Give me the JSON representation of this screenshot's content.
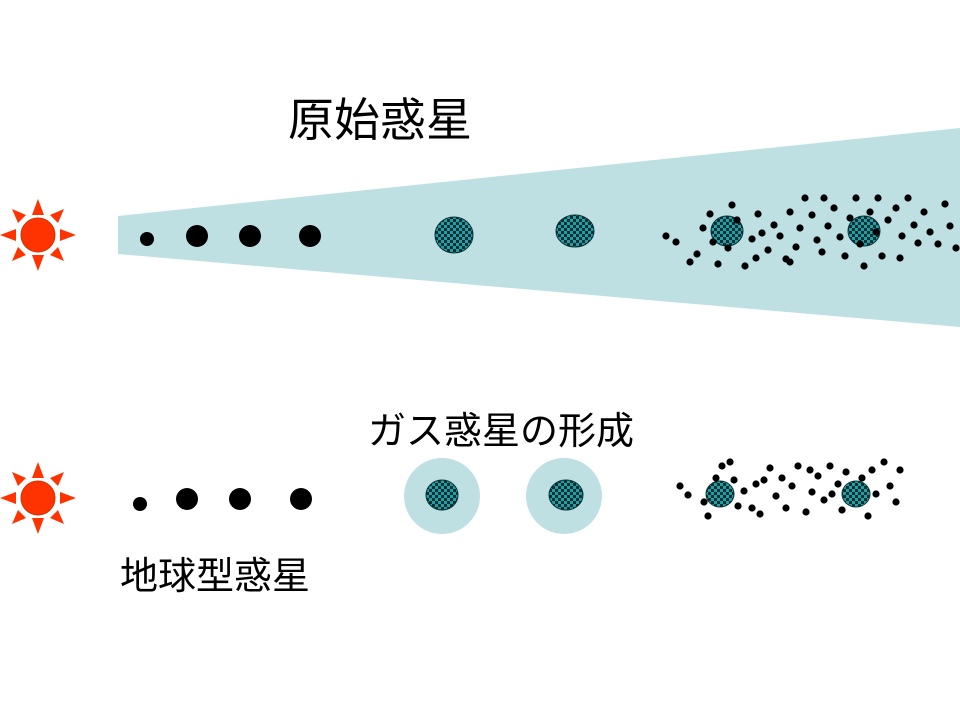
{
  "labels": {
    "protoplanet": "原始惑星",
    "gas_planet_formation": "ガス惑星の形成",
    "terrestrial_planet": "地球型惑星"
  },
  "colors": {
    "disk": "#bfe0e3",
    "sun_fill": "#ff3300",
    "sun_rays": "#ff3300",
    "core_fill": "#1f9fa6",
    "envelope": "#bfe0e3",
    "particles": "#000000"
  },
  "icons": [
    "sun-icon",
    "planetesimal-dot",
    "gas-core-icon",
    "debris-particle"
  ]
}
